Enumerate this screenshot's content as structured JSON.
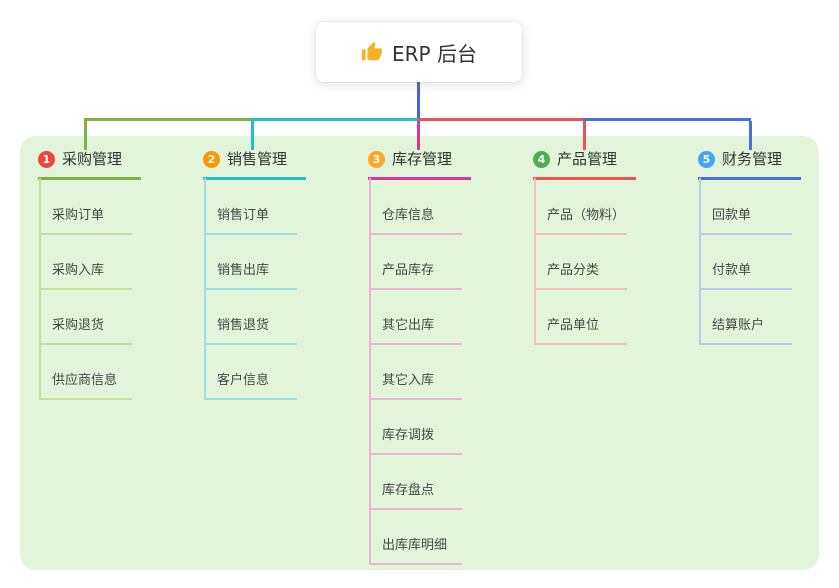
{
  "root": {
    "label": "ERP 后台",
    "icon": "thumbs-up-icon"
  },
  "canvas": {
    "background": "#ffffff",
    "panel_color": "#e2f4d9",
    "stem_color": "#4d64d8"
  },
  "branches": [
    {
      "number": "1",
      "label": "采购管理",
      "color": "#7cb342",
      "tint": "#c2e098",
      "badge_color": "#f0453e",
      "items": [
        "采购订单",
        "采购入库",
        "采购退货",
        "供应商信息"
      ]
    },
    {
      "number": "2",
      "label": "销售管理",
      "color": "#1ec0c9",
      "tint": "#9adfe3",
      "badge_color": "#ff9800",
      "items": [
        "销售订单",
        "销售出库",
        "销售退货",
        "客户信息"
      ]
    },
    {
      "number": "3",
      "label": "库存管理",
      "color": "#d6369f",
      "tint": "#edb3d6",
      "badge_color": "#ffa726",
      "items": [
        "仓库信息",
        "产品库存",
        "其它出库",
        "其它入库",
        "库存调拨",
        "库存盘点",
        "出库库明细"
      ]
    },
    {
      "number": "4",
      "label": "产品管理",
      "color": "#ef5350",
      "tint": "#f6bdbc",
      "badge_color": "#4caf50",
      "items": [
        "产品（物料）",
        "产品分类",
        "产品单位"
      ]
    },
    {
      "number": "5",
      "label": "财务管理",
      "color": "#4a6edb",
      "tint": "#bac8f0",
      "badge_color": "#42a5f5",
      "items": [
        "回款单",
        "付款单",
        "结算账户"
      ]
    }
  ]
}
